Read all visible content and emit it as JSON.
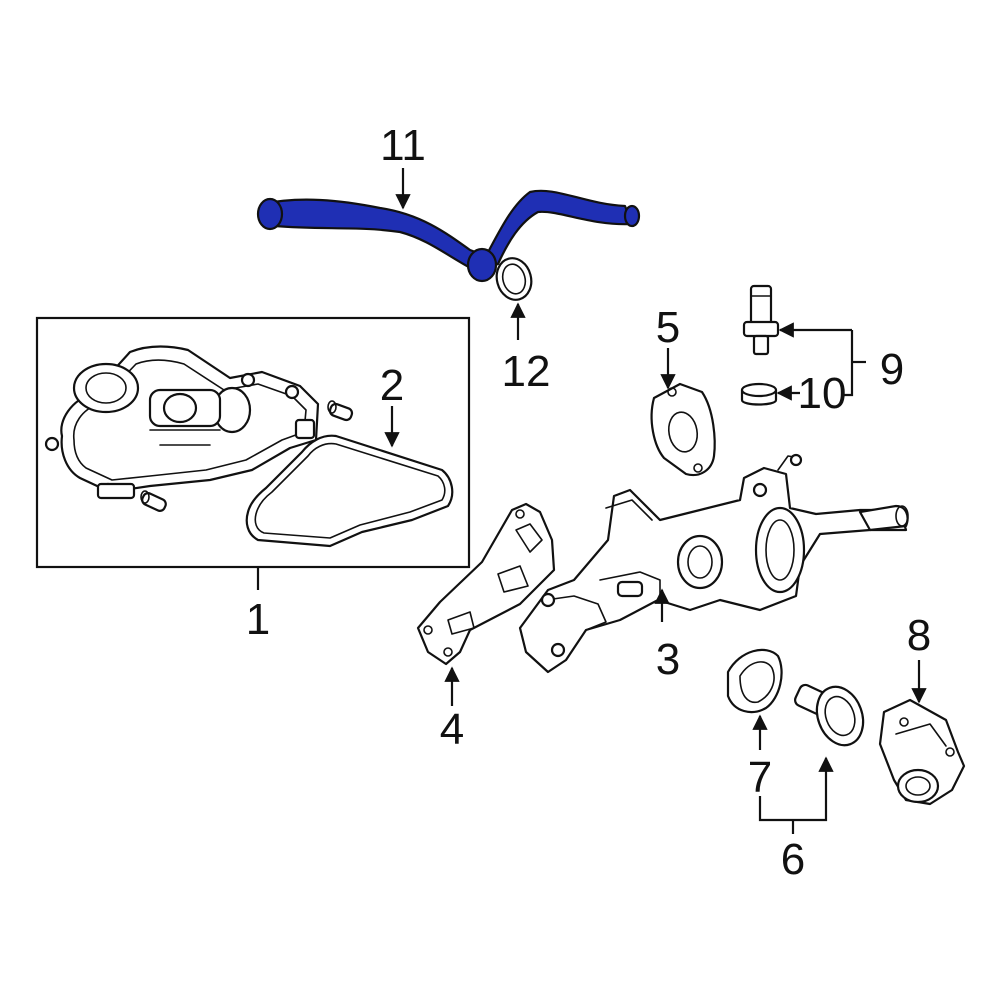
{
  "diagram": {
    "highlight_color": "#1f2fb4",
    "callouts": {
      "c1": "1",
      "c2": "2",
      "c3": "3",
      "c4": "4",
      "c5": "5",
      "c6": "6",
      "c7": "7",
      "c8": "8",
      "c9": "9",
      "c10": "10",
      "c11": "11",
      "c12": "12"
    }
  }
}
